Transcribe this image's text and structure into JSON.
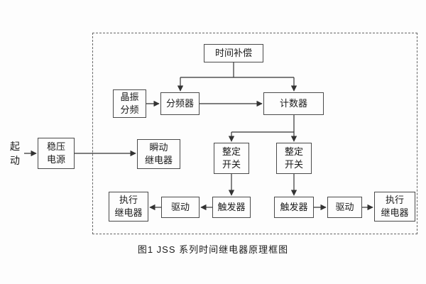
{
  "diagram": {
    "caption": "图1  JSS  系列时间继电器原理框图",
    "start": {
      "line1": "起",
      "line2": "动"
    },
    "blocks": {
      "power": {
        "line1": "稳压",
        "line2": "电源"
      },
      "time_comp": {
        "label": "时间补偿"
      },
      "crystal": {
        "line1": "晶振",
        "line2": "分频"
      },
      "divider": {
        "label": "分频器"
      },
      "counter": {
        "label": "计数器"
      },
      "instant_relay": {
        "line1": "瞬动",
        "line2": "继电器"
      },
      "setting_left": {
        "line1": "整定",
        "line2": "开关"
      },
      "setting_right": {
        "line1": "整定",
        "line2": "开关"
      },
      "trigger_left": {
        "label": "触发器"
      },
      "trigger_right": {
        "label": "触发器"
      },
      "drive_left": {
        "label": "驱动"
      },
      "drive_right": {
        "label": "驱动"
      },
      "exec_left": {
        "line1": "执行",
        "line2": "继电器"
      },
      "exec_right": {
        "line1": "执行",
        "line2": "继电器"
      }
    },
    "colors": {
      "line": "#333333",
      "box_border": "#4a4a4a",
      "text": "#1a1a1a",
      "background": "#fdfdfd"
    }
  }
}
